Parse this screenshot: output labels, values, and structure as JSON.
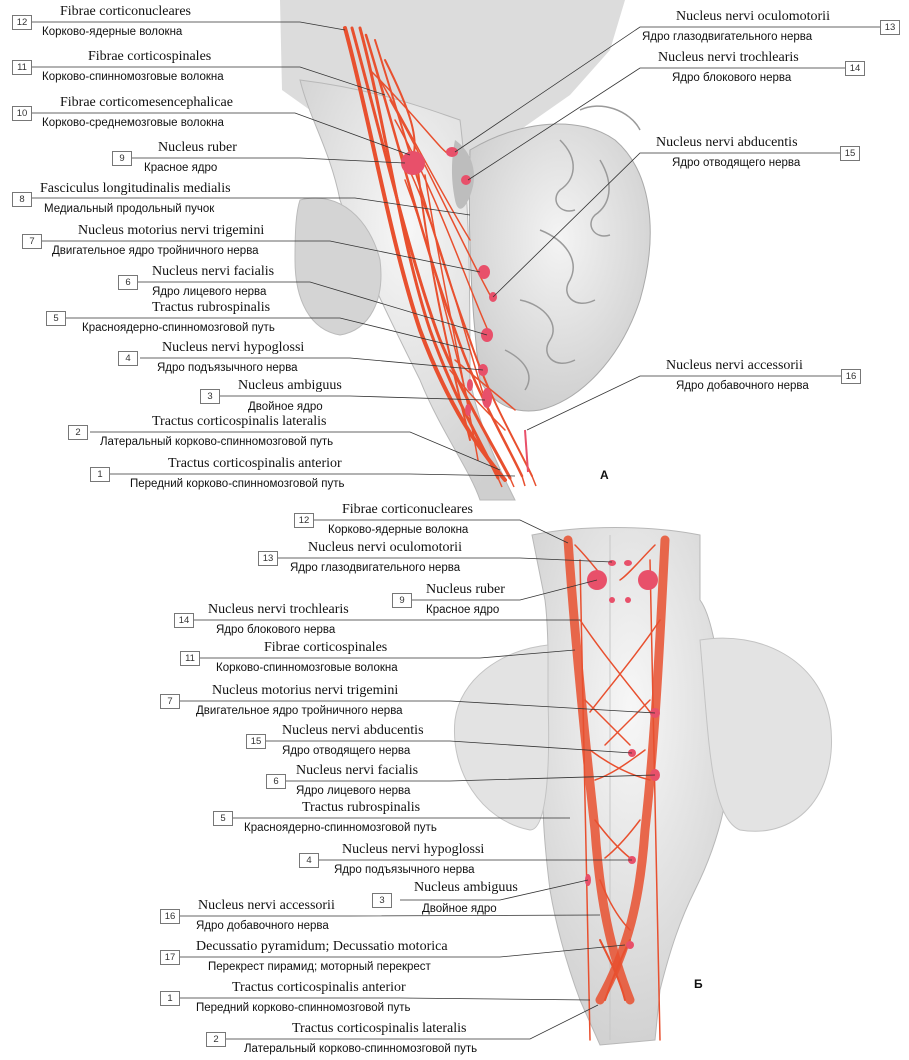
{
  "panel_a": {
    "letter": "А",
    "labels": [
      {
        "num": "12",
        "latin": "Fibrae corticonucleares",
        "russian": "Корково-ядерные волокна"
      },
      {
        "num": "11",
        "latin": "Fibrae corticospinales",
        "russian": "Корково-спинномозговые волокна"
      },
      {
        "num": "10",
        "latin": "Fibrae corticomesencephalicae",
        "russian": "Корково-среднемозговые волокна"
      },
      {
        "num": "9",
        "latin": "Nucleus ruber",
        "russian": "Красное ядро"
      },
      {
        "num": "8",
        "latin": "Fasciculus longitudinalis medialis",
        "russian": "Медиальный продольный пучок"
      },
      {
        "num": "7",
        "latin": "Nucleus motorius nervi trigemini",
        "russian": "Двигательное ядро тройничного нерва"
      },
      {
        "num": "6",
        "latin": "Nucleus nervi facialis",
        "russian": "Ядро лицевого нерва"
      },
      {
        "num": "5",
        "latin": "Tractus rubrospinalis",
        "russian": "Красноядерно-спинномозговой путь"
      },
      {
        "num": "4",
        "latin": "Nucleus nervi hypoglossi",
        "russian": "Ядро подъязычного нерва"
      },
      {
        "num": "3",
        "latin": "Nucleus ambiguus",
        "russian": "Двойное ядро"
      },
      {
        "num": "2",
        "latin": "Tractus corticospinalis lateralis",
        "russian": "Латеральный корково-спинномозговой путь"
      },
      {
        "num": "1",
        "latin": "Tractus corticospinalis anterior",
        "russian": "Передний корково-спинномозговой путь"
      },
      {
        "num": "13",
        "latin": "Nucleus nervi oculomotorii",
        "russian": "Ядро глазодвигательного нерва"
      },
      {
        "num": "14",
        "latin": "Nucleus nervi trochlearis",
        "russian": "Ядро блокового нерва"
      },
      {
        "num": "15",
        "latin": "Nucleus nervi abducentis",
        "russian": "Ядро отводящего нерва"
      },
      {
        "num": "16",
        "latin": "Nucleus nervi accessorii",
        "russian": "Ядро добавочного нерва"
      }
    ]
  },
  "panel_b": {
    "letter": "Б",
    "labels": [
      {
        "num": "12",
        "latin": "Fibrae corticonucleares",
        "russian": "Корково-ядерные волокна"
      },
      {
        "num": "13",
        "latin": "Nucleus nervi oculomotorii",
        "russian": "Ядро глазодвигательного нерва"
      },
      {
        "num": "9",
        "latin": "Nucleus ruber",
        "russian": "Красное ядро"
      },
      {
        "num": "14",
        "latin": "Nucleus nervi trochlearis",
        "russian": "Ядро блокового нерва"
      },
      {
        "num": "11",
        "latin": "Fibrae corticospinales",
        "russian": "Корково-спинномозговые волокна"
      },
      {
        "num": "7",
        "latin": "Nucleus motorius nervi trigemini",
        "russian": "Двигательное ядро тройничного нерва"
      },
      {
        "num": "15",
        "latin": "Nucleus nervi abducentis",
        "russian": "Ядро отводящего нерва"
      },
      {
        "num": "6",
        "latin": "Nucleus nervi facialis",
        "russian": "Ядро лицевого нерва"
      },
      {
        "num": "5",
        "latin": "Tractus rubrospinalis",
        "russian": "Красноядерно-спинномозговой путь"
      },
      {
        "num": "4",
        "latin": "Nucleus nervi hypoglossi",
        "russian": "Ядро подъязычного нерва"
      },
      {
        "num": "3",
        "latin": "Nucleus ambiguus",
        "russian": "Двойное ядро"
      },
      {
        "num": "16",
        "latin": "Nucleus nervi accessorii",
        "russian": "Ядро добавочного нерва"
      },
      {
        "num": "17",
        "latin": "Decussatio pyramidum; Decussatio motorica",
        "russian": "Перекрест пирамид; моторный перекрест"
      },
      {
        "num": "1",
        "latin": "Tractus corticospinalis anterior",
        "russian": "Передний корково-спинномозговой путь"
      },
      {
        "num": "2",
        "latin": "Tractus corticospinalis lateralis",
        "russian": "Латеральный корково-спинномозговой путь"
      }
    ]
  },
  "colors": {
    "tract": "#e8502f",
    "nucleus": "#e8506a",
    "tissue": "#e6e6e6",
    "leader": "#333333"
  }
}
